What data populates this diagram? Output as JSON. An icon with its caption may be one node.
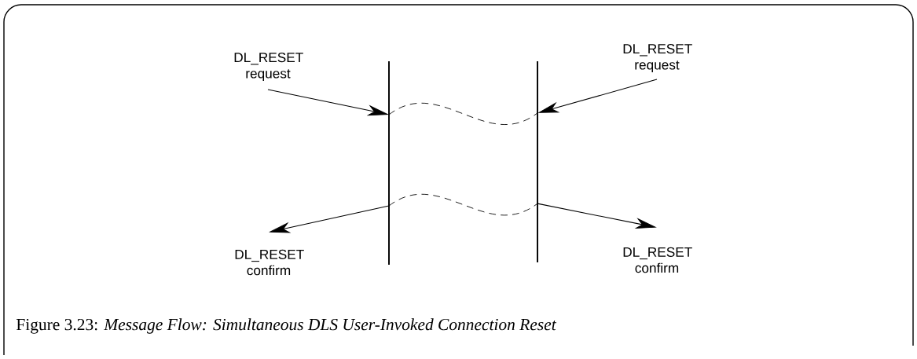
{
  "diagram": {
    "caption": "Figure 3.23: *Message Flow: Simultaneous DLS User-Invoked Connection Reset*",
    "nodes": [
      {
        "text": [
          "DL_RESET request"
        ]
      },
      {
        "text": [
          "DL_RESET request"
        ]
      },
      {
        "text": [],
        "shape": "bar"
      },
      {
        "text": [],
        "shape": "bar"
      },
      {
        "text": [
          "DL_RESET confirm"
        ]
      },
      {
        "text": [
          "DL_RESET confirm"
        ]
      }
    ],
    "edges": [
      {
        "from": 0,
        "to": 2,
        "arrow": "to"
      },
      {
        "from": 1,
        "to": 3,
        "arrow": "to"
      },
      {
        "from": 2,
        "to": 3,
        "arrow": "none",
        "style": "dashed"
      },
      {
        "from": 2,
        "to": 3,
        "arrow": "none",
        "style": "dashed"
      },
      {
        "from": 2,
        "to": 4,
        "arrow": "to"
      },
      {
        "from": 3,
        "to": 5,
        "arrow": "to"
      }
    ]
  }
}
